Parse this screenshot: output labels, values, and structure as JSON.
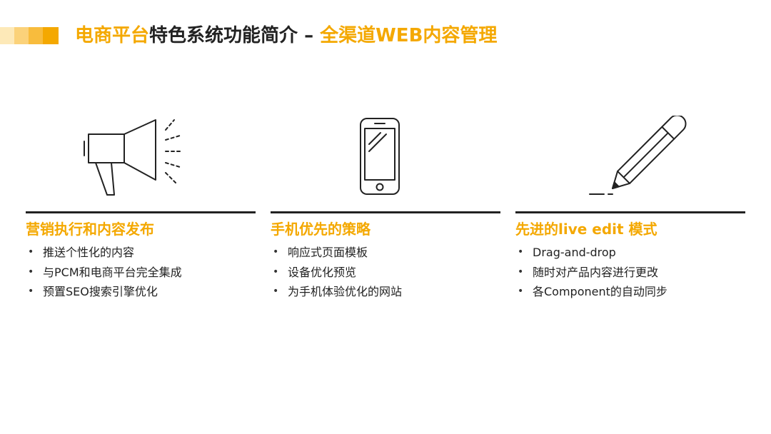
{
  "header": {
    "title_accent_1": "电商平台",
    "title_dark": "特色系统功能简介 – ",
    "title_accent_2": "全渠道WEB内容管理",
    "accent_color": "#f4a800",
    "bar_colors": [
      "#fde9b8",
      "#fbd27a",
      "#f8bc3d",
      "#f4a800"
    ]
  },
  "sections": [
    {
      "icon": "megaphone-icon",
      "heading": "营销执行和内容发布",
      "bullets": [
        "推送个性化的内容",
        "与PCM和电商平台完全集成",
        "预置SEO搜索引擎优化"
      ]
    },
    {
      "icon": "smartphone-icon",
      "heading": "手机优先的策略",
      "bullets": [
        "响应式页面模板",
        "设备优化预览",
        "为手机体验优化的网站"
      ]
    },
    {
      "icon": "pencil-icon",
      "heading": "先进的live edit 模式",
      "bullets": [
        "Drag-and-drop",
        "随时对产品内容进行更改",
        "各Component的自动同步"
      ]
    }
  ],
  "bullet_glyph": "•"
}
